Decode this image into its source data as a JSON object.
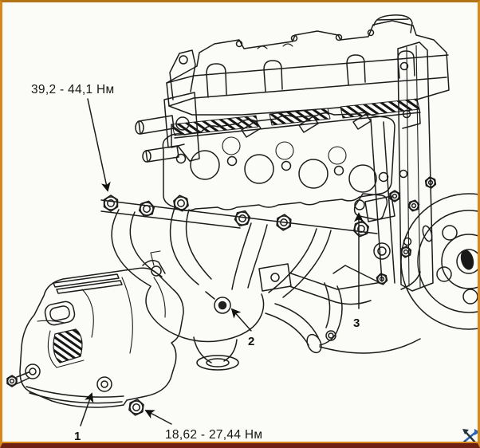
{
  "frame": {
    "background": "#fbfbf8",
    "border_color": "#d8891c",
    "top_edge_color": "#b37417",
    "bottom_bar_color": "#6e2013"
  },
  "line_color": "#1c1c1c",
  "icon_colors": {
    "blue": "#2b66b8",
    "dark": "#26343e"
  },
  "annotations": {
    "torque_upper": "39,2 - 44,1 Нм",
    "torque_lower": "18,62 - 27,44 Нм"
  },
  "part_labels": [
    {
      "text": "1"
    },
    {
      "text": "2"
    },
    {
      "text": "3"
    }
  ],
  "icons": {
    "corner": "crossed-arrows-icon"
  }
}
